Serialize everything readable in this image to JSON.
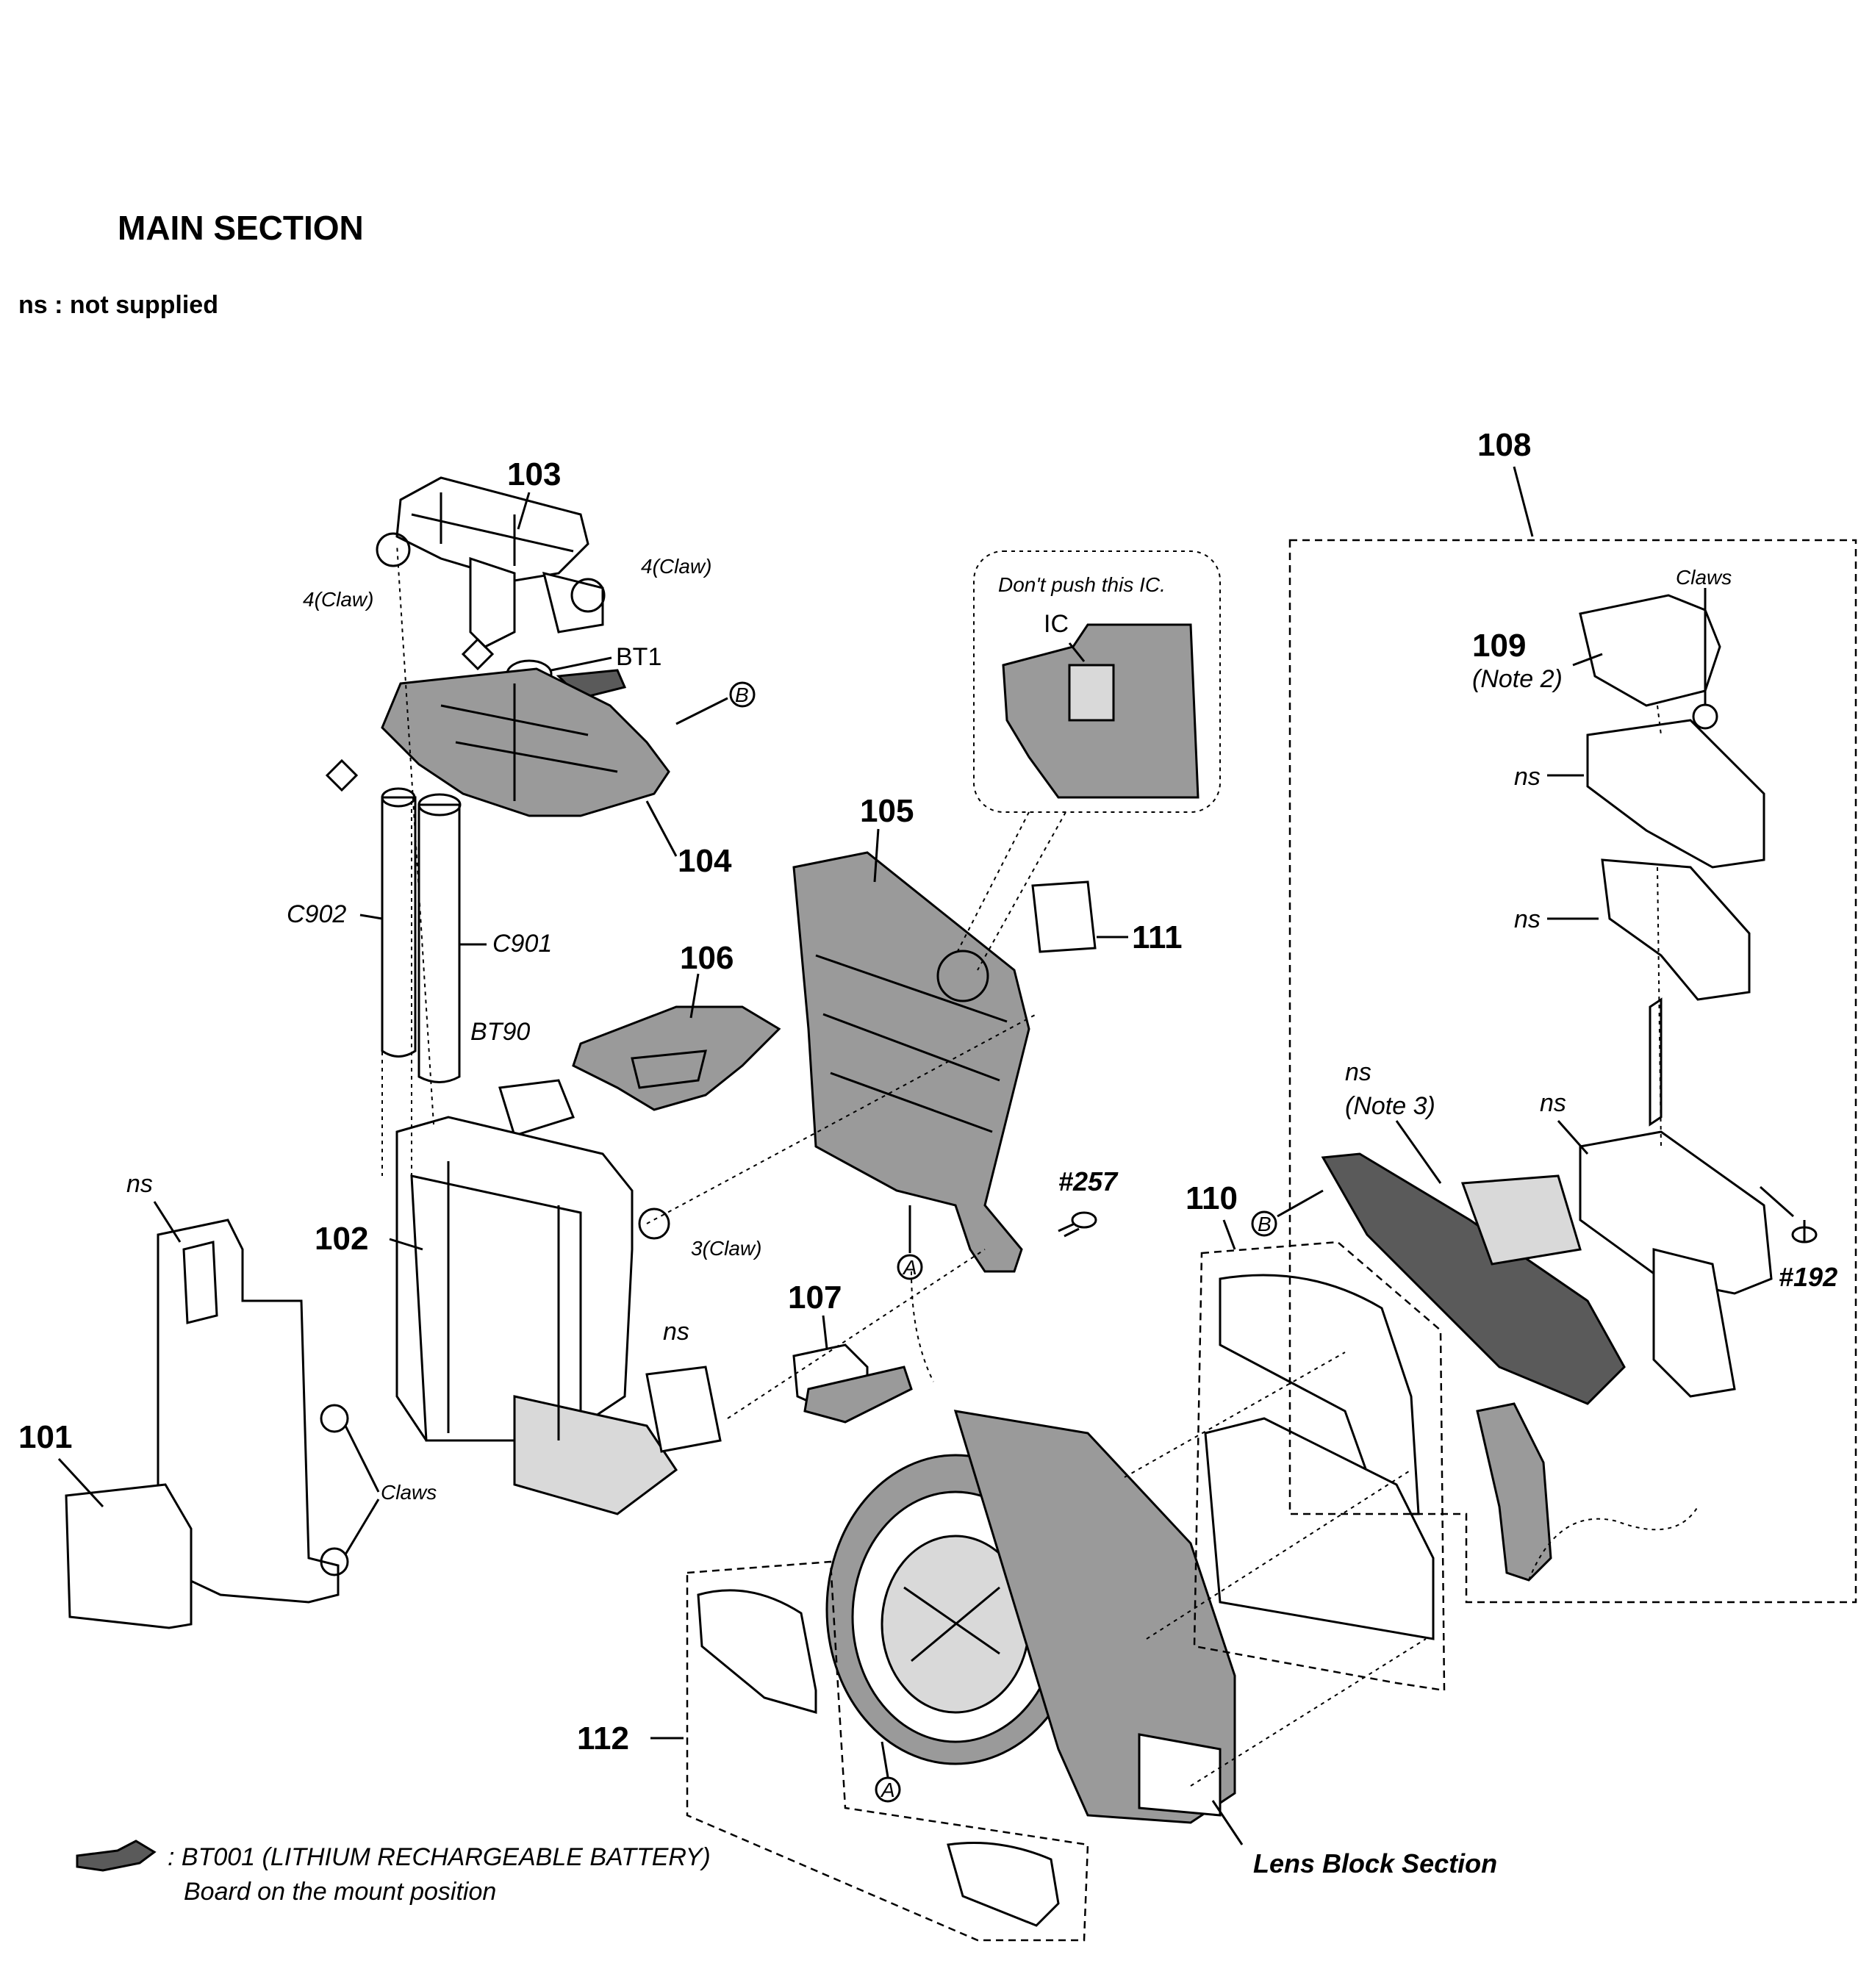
{
  "header": {
    "title": "MAIN SECTION",
    "legend": "ns : not supplied"
  },
  "callouts": {
    "p101": "101",
    "p102": "102",
    "p103": "103",
    "p104": "104",
    "p105": "105",
    "p106": "106",
    "p107": "107",
    "p108": "108",
    "p109": "109",
    "p110": "110",
    "p111": "111",
    "p112": "112",
    "s257": "#257",
    "s192": "#192"
  },
  "components": {
    "bt1": "BT1",
    "c901": "C901",
    "c902": "C902",
    "bt90": "BT90",
    "ic": "IC"
  },
  "annotations": {
    "claw4_left": "4(Claw)",
    "claw4_right": "4(Claw)",
    "claw3": "3(Claw)",
    "claws_left": "Claws",
    "claws_right": "Claws",
    "note2": "(Note 2)",
    "note3": "(Note 3)",
    "ns": "ns",
    "ic_warning": "Don't push this IC.",
    "lens_block": "Lens Block Section",
    "marker_a": "A",
    "marker_b": "B"
  },
  "footnote": {
    "line1": ": BT001 (LITHIUM RECHARGEABLE BATTERY)",
    "line2": "Board on the mount position"
  }
}
